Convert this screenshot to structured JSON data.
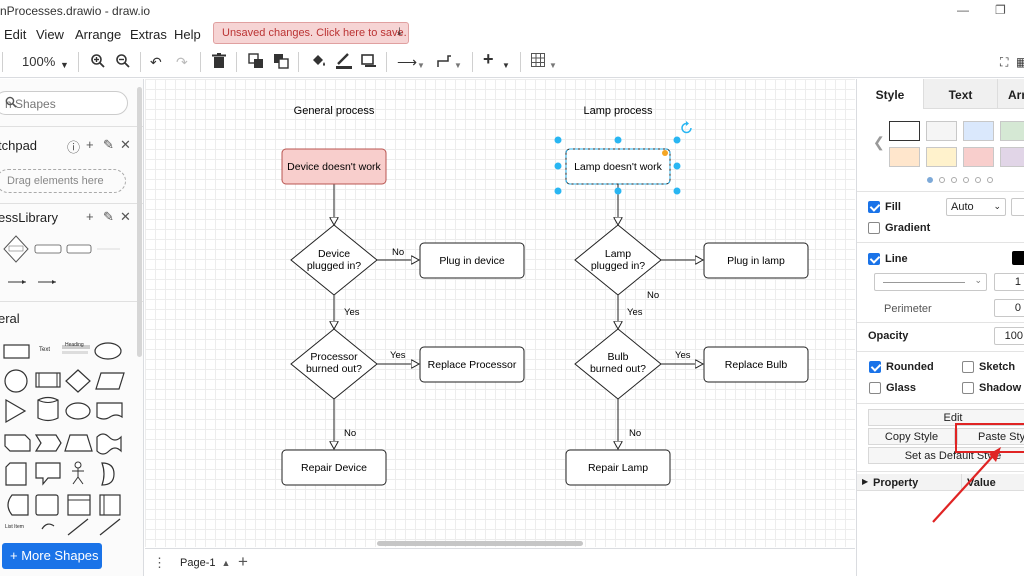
{
  "window": {
    "title": "nProcesses.drawio - draw.io"
  },
  "menu": {
    "items": [
      "Edit",
      "View",
      "Arrange",
      "Extras",
      "Help"
    ]
  },
  "save_banner": {
    "label": "Unsaved changes. Click here to save."
  },
  "toolbar": {
    "zoom": "100%"
  },
  "sidebar": {
    "search_placeholder": "h Shapes",
    "scratchpad": "tchpad",
    "drag_hint": "Drag elements here",
    "library": "essLibrary",
    "general": "eral",
    "shape_text": "Text",
    "shape_heading": "Heading",
    "shape_listitem": "List Item",
    "more_shapes": "+ More Shapes"
  },
  "canvas": {
    "general_title": "General process",
    "lamp_title": "Lamp process",
    "device_nw": "Device doesn't work",
    "device_q1a": "Device",
    "device_q1b": "plugged in?",
    "plug_device": "Plug in device",
    "processor_qa": "Processor",
    "processor_qb": "burned out?",
    "replace_processor": "Replace Processor",
    "repair_device": "Repair Device",
    "lamp_nw": "Lamp doesn't work",
    "lamp_q1a": "Lamp",
    "lamp_q1b": "plugged in?",
    "plug_lamp": "Plug in lamp",
    "bulb_qa": "Bulb",
    "bulb_qb": "burned out?",
    "replace_bulb": "Replace Bulb",
    "repair_lamp": "Repair Lamp",
    "yes": "Yes",
    "no": "No"
  },
  "pagebar": {
    "page": "Page-1"
  },
  "format_panel": {
    "tabs": [
      "Style",
      "Text",
      "Arr"
    ],
    "fill": "Fill",
    "fill_value": "Auto",
    "gradient": "Gradient",
    "line": "Line",
    "line_width": "1",
    "perimeter": "Perimeter",
    "perimeter_value": "0",
    "opacity": "Opacity",
    "opacity_value": "100",
    "rounded": "Rounded",
    "sketch": "Sketch",
    "glass": "Glass",
    "shadow": "Shadow",
    "edit": "Edit",
    "copy_style": "Copy Style",
    "paste_style": "Paste Style",
    "set_default": "Set as Default Style",
    "property": "Property",
    "value": "Value"
  },
  "colors": {
    "accent": "#1a73e8",
    "highlight": "#e02424",
    "start_fill": "#f8cecc",
    "start_stroke": "#b85450",
    "selection": "#29b6f2"
  }
}
